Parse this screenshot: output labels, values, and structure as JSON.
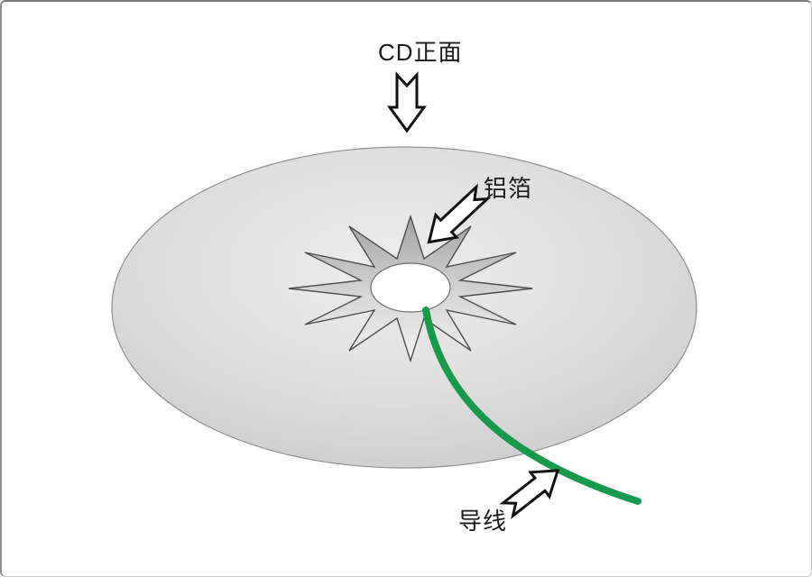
{
  "diagram": {
    "kind": "annotated illustration of a CD-based electroscope",
    "labels": {
      "cd_front": "CD正面",
      "foil": "铝箔",
      "wire": "导线"
    },
    "parts": {
      "disc": "CD disc (large gray ellipse in perspective)",
      "foil_star": "12-point aluminium foil star at disc center",
      "center_hole": "white elliptical center hole",
      "wire": "green insulated wire running from center hole to lower right"
    },
    "colors": {
      "background": "#ffffff",
      "disc_fill_light": "#ececec",
      "disc_fill_dark": "#c6c6c6",
      "disc_outline": "#8f8f8f",
      "star_fill_dark": "#a6a6a6",
      "star_fill_light": "#f2f2f2",
      "star_outline": "#4d4d4d",
      "wire_green": "#189a4b",
      "arrow_outline": "#111111",
      "text": "#1a1a1a"
    }
  }
}
